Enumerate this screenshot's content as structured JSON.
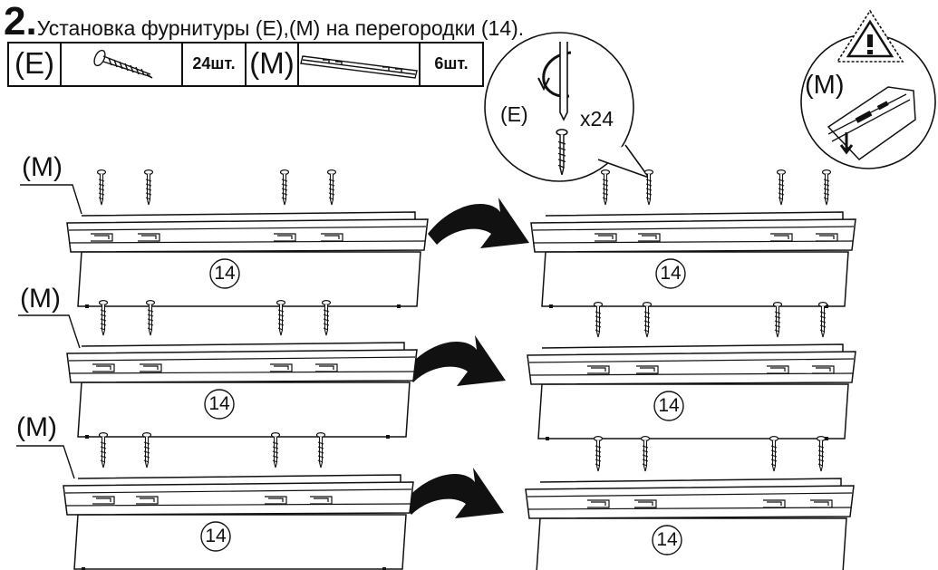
{
  "step": {
    "number": "2.",
    "title": "Установка фурнитуры (E),(M) на перегородки (14)."
  },
  "parts": [
    {
      "id": "(E)",
      "qty": "24шт.",
      "icon": "screw-icon"
    },
    {
      "id": "(M)",
      "qty": "6шт.",
      "icon": "rail-icon"
    }
  ],
  "callout_screw": {
    "part": "(E)",
    "count": "x24",
    "icon": "rotate-arrow-icon"
  },
  "callout_warning": {
    "part": "(M)",
    "icon": "warning-triangle-icon"
  },
  "rows": [
    {
      "label": "(M)",
      "panel_number": "14"
    },
    {
      "label": "(M)",
      "panel_number": "14"
    },
    {
      "label": "(M)",
      "panel_number": "14"
    }
  ],
  "colors": {
    "line": "#111111",
    "arrow": "#111111",
    "background": "#ffffff"
  }
}
